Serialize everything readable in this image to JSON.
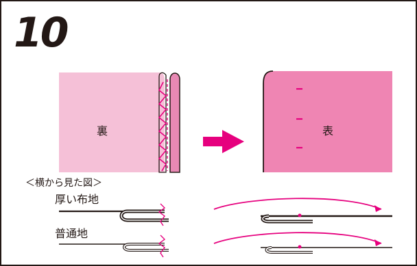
{
  "step": {
    "number": "10"
  },
  "panels": {
    "before": {
      "label": "裏"
    },
    "after": {
      "label": "表"
    }
  },
  "side_view": {
    "caption": "＜横から見た図＞",
    "thick": {
      "label": "厚い布地"
    },
    "normal": {
      "label": "普通地"
    }
  },
  "colors": {
    "fabric_wrong_side": "#f5c0d7",
    "fabric_right_side": "#ef85b3",
    "fabric_fold": "#e889b4",
    "stitch_magenta": "#e6007e",
    "outline": "#231815"
  }
}
